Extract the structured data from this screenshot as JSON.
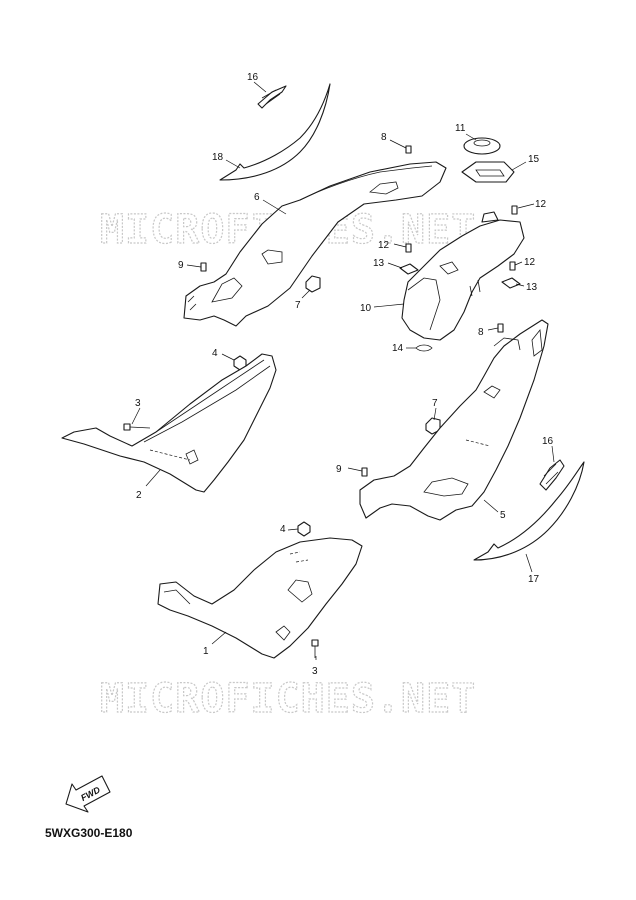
{
  "watermark": "MICROFICHES.NET",
  "drawing_code": "5WXG300-E180",
  "fwd_label": "FWD",
  "callouts": {
    "c16a": "16",
    "c18": "18",
    "c8a": "8",
    "c6": "6",
    "c9a": "9",
    "c7a": "7",
    "c11": "11",
    "c15": "15",
    "c12a": "12",
    "c12b": "12",
    "c13a": "13",
    "c12c": "12",
    "c13b": "13",
    "c10": "10",
    "c14": "14",
    "c8b": "8",
    "c4a": "4",
    "c3a": "3",
    "c2": "2",
    "c7b": "7",
    "c16b": "16",
    "c9b": "9",
    "c5": "5",
    "c17": "17",
    "c4b": "4",
    "c1": "1",
    "c3b": "3"
  }
}
